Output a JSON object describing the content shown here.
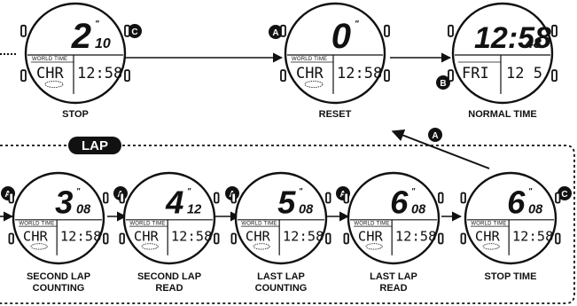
{
  "buttons": {
    "a": "A",
    "b": "B",
    "c": "C"
  },
  "lap_section_label": "LAP",
  "shared": {
    "world_time_label": "WORLD TIME",
    "city": "CHR",
    "world_time_value": "12:58"
  },
  "watches": [
    {
      "id": "stop",
      "caption_lines": [
        "STOP"
      ],
      "main": "2",
      "small": "10",
      "tick": "\""
    },
    {
      "id": "reset",
      "caption_lines": [
        "RESET"
      ],
      "main": "0",
      "small": "",
      "tick": "\""
    },
    {
      "id": "normal-time",
      "caption_lines": [
        "NORMAL TIME"
      ],
      "main": "12:58",
      "small": "48",
      "tick": "",
      "day": "FRI",
      "date": "12 5"
    },
    {
      "id": "second-lap-counting",
      "caption_lines": [
        "SECOND LAP",
        "COUNTING"
      ],
      "main": "3",
      "small": "08",
      "tick": "\""
    },
    {
      "id": "second-lap-read",
      "caption_lines": [
        "SECOND LAP",
        "READ"
      ],
      "main": "4",
      "small": "12",
      "tick": "\""
    },
    {
      "id": "last-lap-counting",
      "caption_lines": [
        "LAST LAP",
        "COUNTING"
      ],
      "main": "5",
      "small": "08",
      "tick": "\""
    },
    {
      "id": "last-lap-read",
      "caption_lines": [
        "LAST LAP",
        "READ"
      ],
      "main": "6",
      "small": "08",
      "tick": "\""
    },
    {
      "id": "stop-time",
      "caption_lines": [
        "STOP TIME"
      ],
      "main": "6",
      "small": "08",
      "tick": "\""
    }
  ]
}
